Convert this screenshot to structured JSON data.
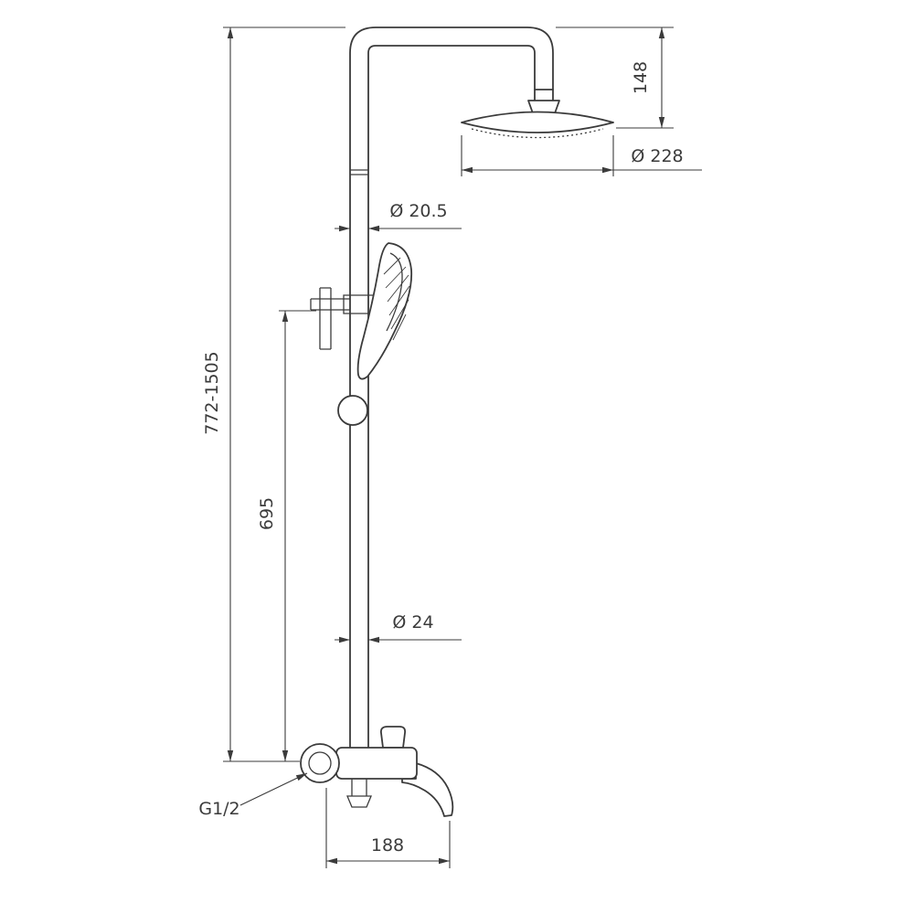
{
  "drawing": {
    "dimensions": {
      "head_offset": "148",
      "head_diameter": "Ø 228",
      "upper_pipe_diameter": "Ø 20.5",
      "total_height": "772-1505",
      "mid_section_height": "695",
      "lower_pipe_diameter": "Ø 24",
      "inlet_thread": "G1/2",
      "base_width": "188"
    },
    "colors": {
      "line": "#3b3b3b",
      "background": "#ffffff"
    }
  }
}
